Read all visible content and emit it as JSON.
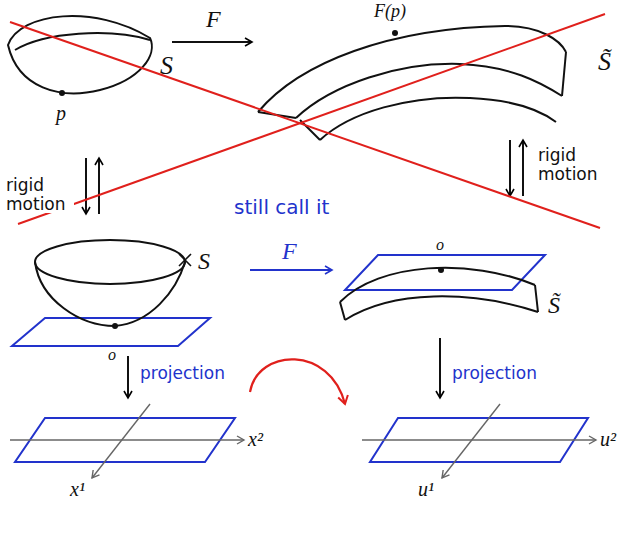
{
  "diagram": {
    "labels": [
      "F",
      "F(p)",
      "S",
      "S̃",
      "p",
      "rigid motion",
      "rigid motion",
      "still call it",
      "F",
      "S",
      "o",
      "S̃",
      "o",
      "projection",
      "projection",
      "x²",
      "x¹",
      "u²",
      "u¹"
    ]
  }
}
